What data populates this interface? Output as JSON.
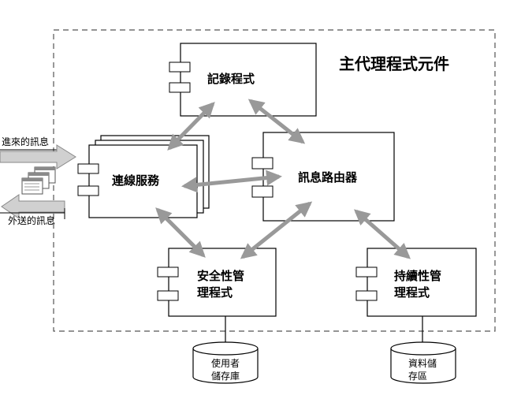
{
  "diagram": {
    "title": "主代理程式元件",
    "components": {
      "logger": "記錄程式",
      "connection_service": "連線服務",
      "message_router": "訊息路由器",
      "security_manager": [
        "安全性管",
        "理程式"
      ],
      "persistence_manager": [
        "持續性管",
        "理程式"
      ]
    },
    "databases": {
      "user_repository": [
        "使用者",
        "儲存庫"
      ],
      "data_store": [
        "資料儲",
        "存區"
      ]
    },
    "flows": {
      "incoming": "進來的訊息",
      "outgoing": "外送的訊息"
    },
    "colors": {
      "connector_arrow": "#999999",
      "flow_arrow": "#d0d0d0",
      "border": "#000000",
      "dashed_boundary": "#555555"
    }
  }
}
